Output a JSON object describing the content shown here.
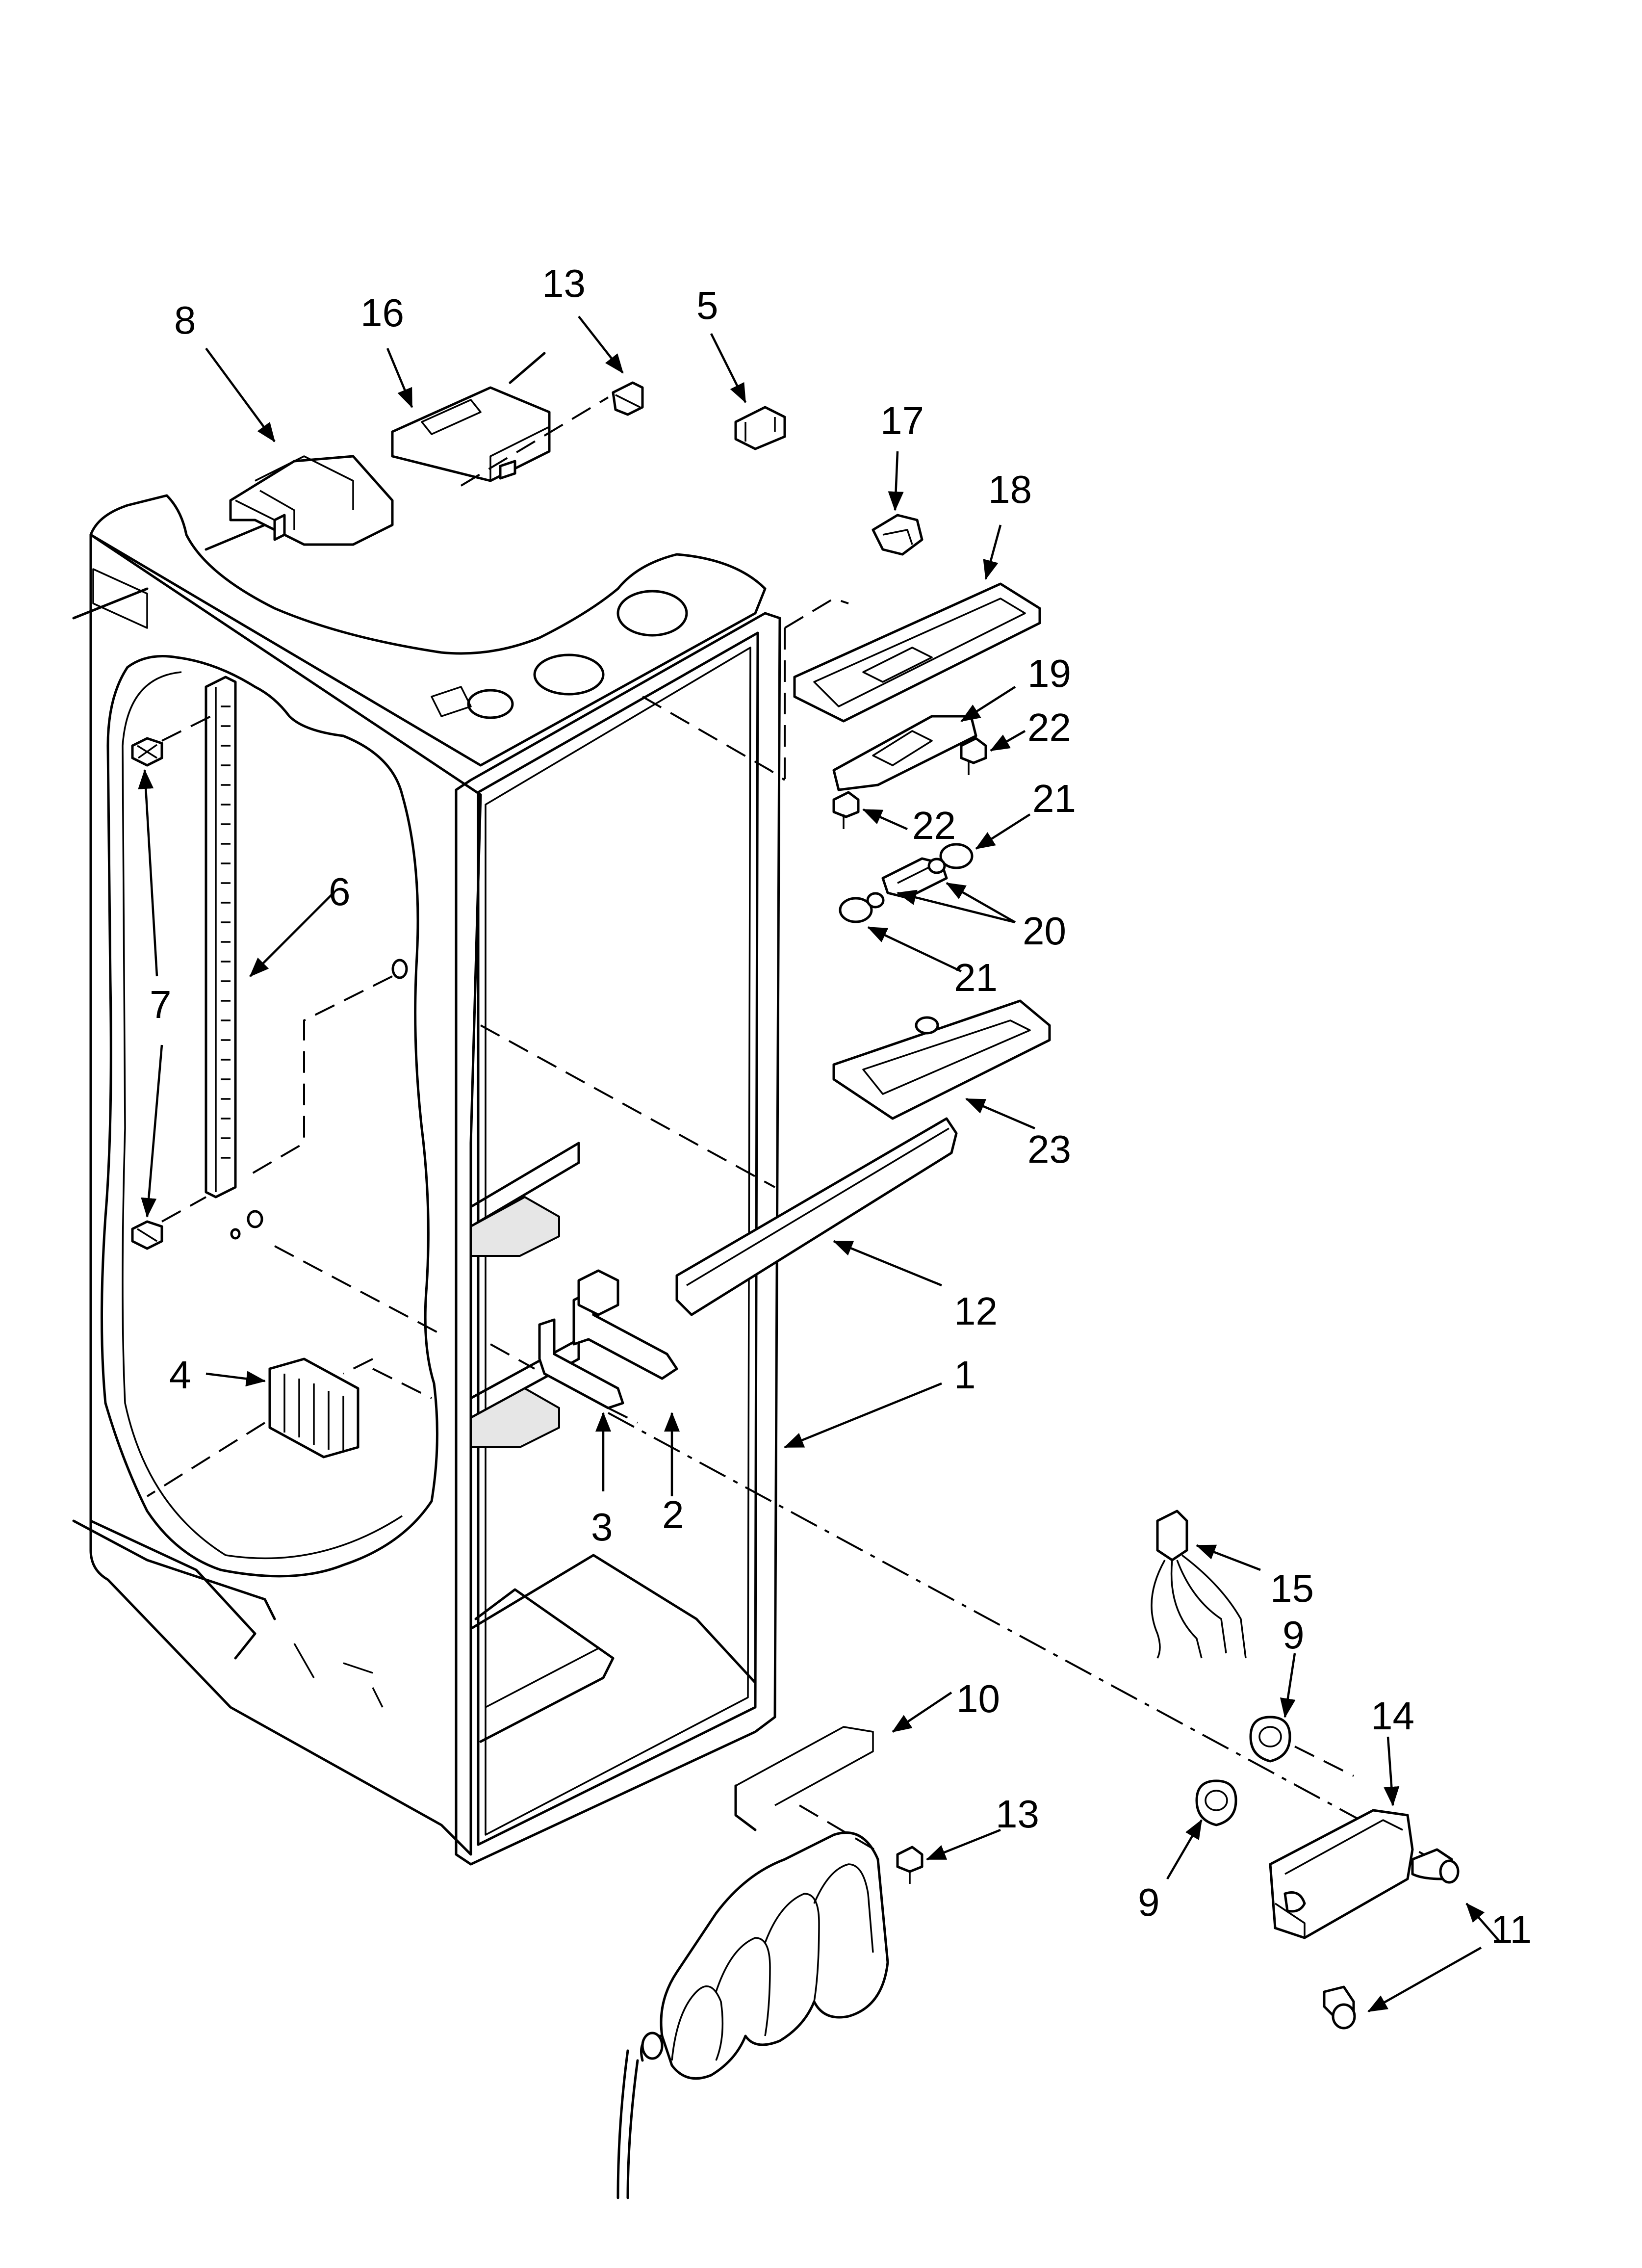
{
  "callouts": {
    "c1": "1",
    "c2": "2",
    "c3": "3",
    "c4": "4",
    "c5": "5",
    "c6": "6",
    "c7": "7",
    "c8": "8",
    "c9a": "9",
    "c9b": "9",
    "c10": "10",
    "c11": "11",
    "c12": "12",
    "c13a": "13",
    "c13b": "13",
    "c14": "14",
    "c15": "15",
    "c16": "16",
    "c17": "17",
    "c18": "18",
    "c19": "19",
    "c20": "20",
    "c21a": "21",
    "c21b": "21",
    "c22a": "22",
    "c22b": "22",
    "c23": "23"
  }
}
